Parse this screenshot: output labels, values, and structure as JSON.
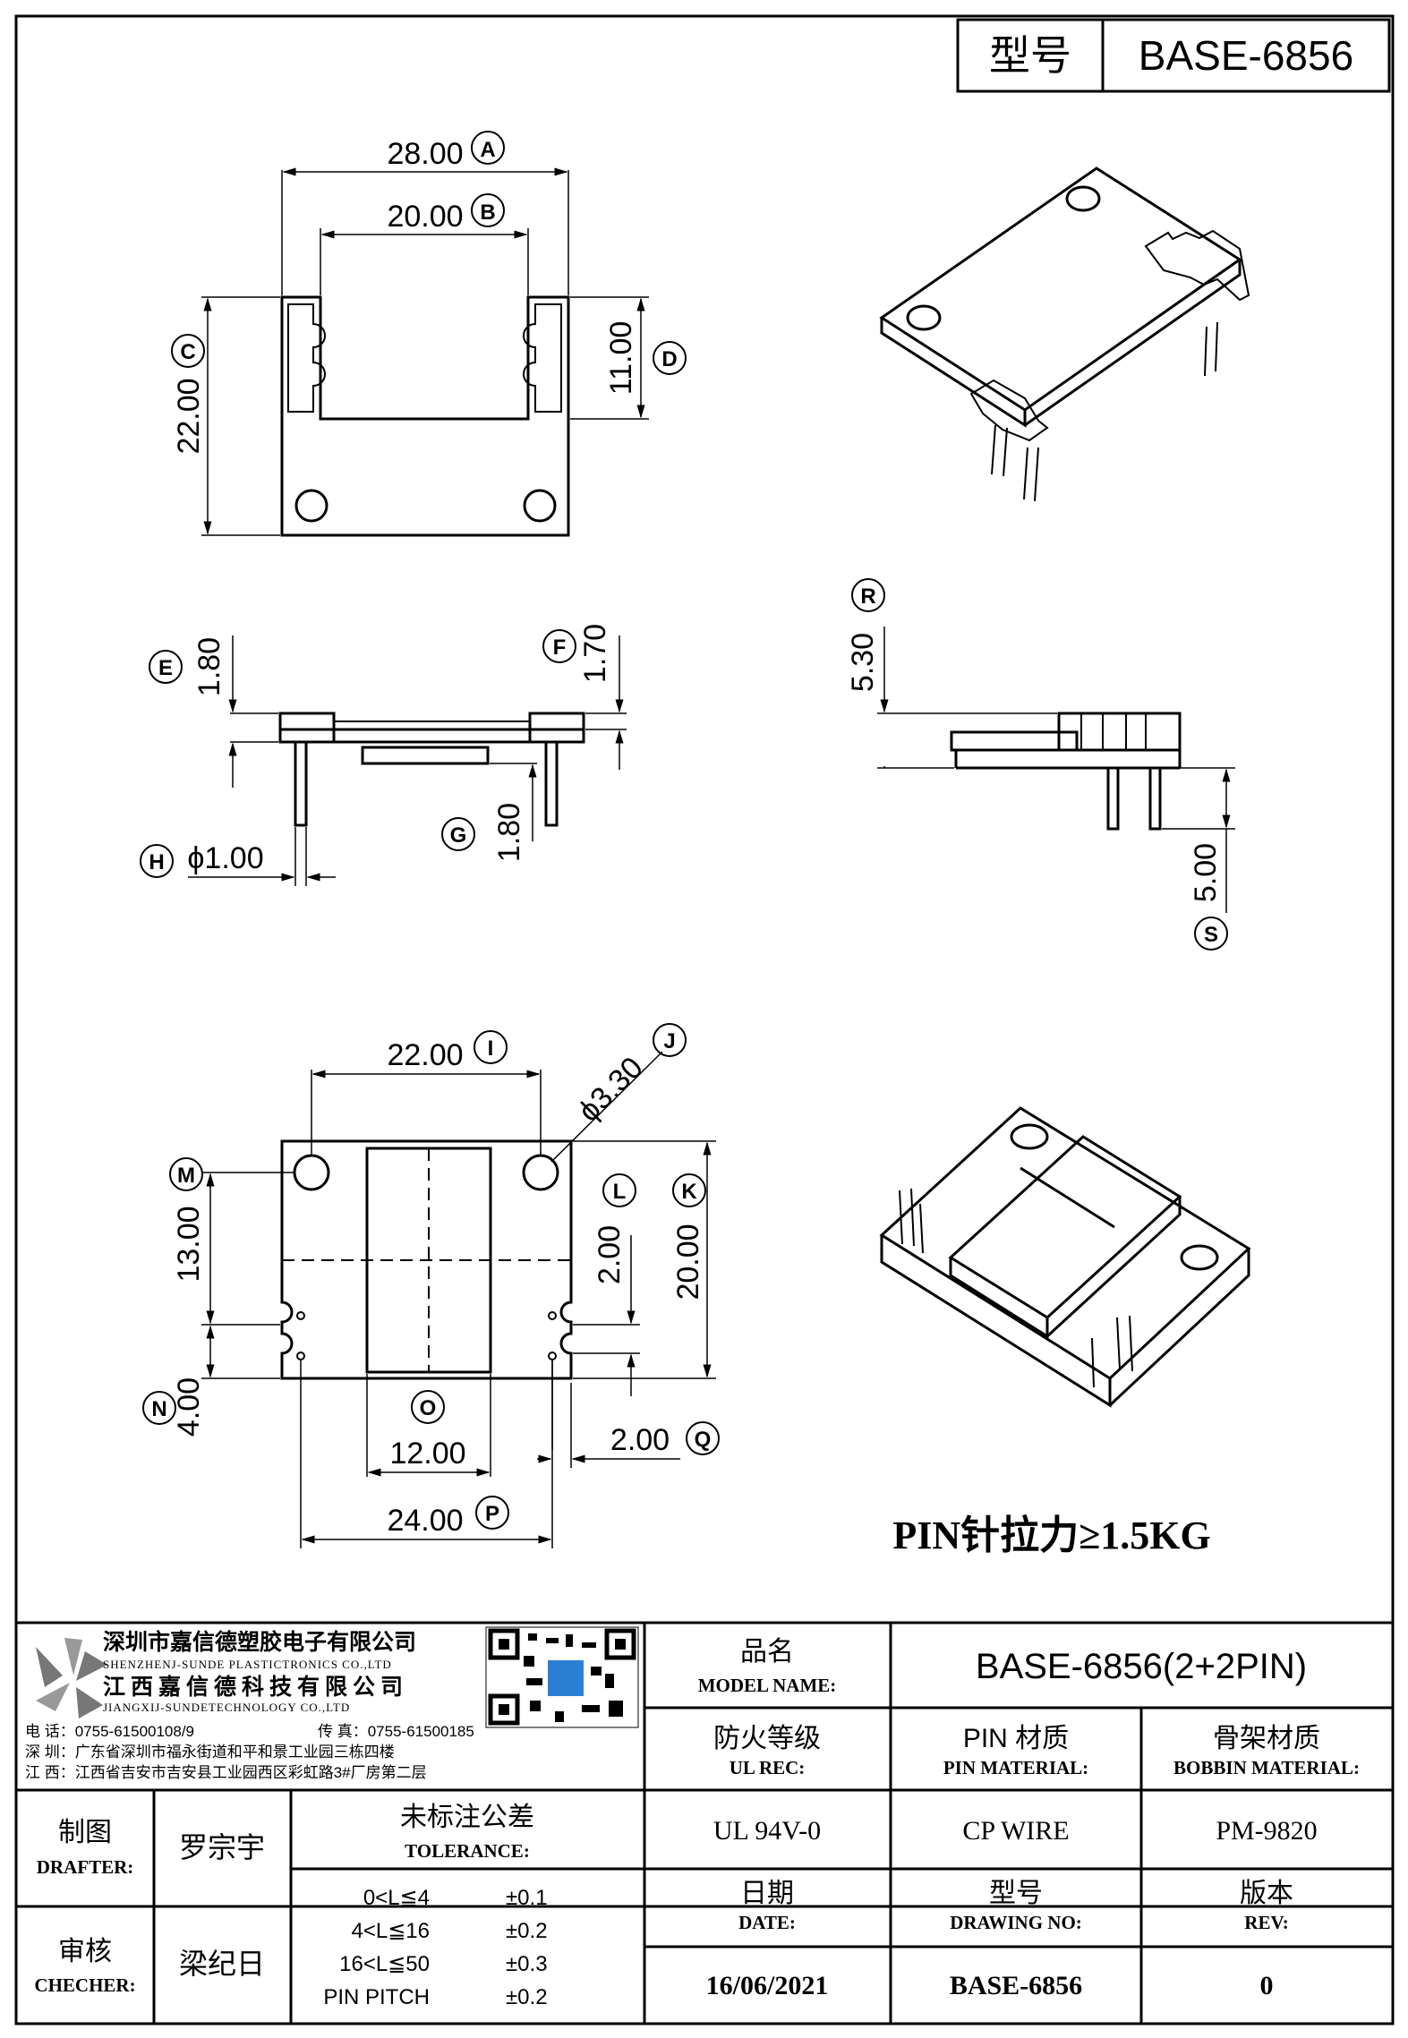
{
  "title_block_top": {
    "label_cn": "型号",
    "model": "BASE-6856"
  },
  "dims": {
    "A": "28.00",
    "B": "20.00",
    "C": "22.00",
    "D": "11.00",
    "E": "1.80",
    "F": "1.70",
    "G": "1.80",
    "H": "ϕ1.00",
    "R": "5.30",
    "S": "5.00",
    "I": "22.00",
    "J": "ϕ3.30",
    "K": "20.00",
    "L": "2.00",
    "M": "13.00",
    "N": "4.00",
    "O": "12.00",
    "P": "24.00",
    "Q": "2.00"
  },
  "note": "PIN针拉力≥1.5KG",
  "company": {
    "name_sz": "深圳市嘉信德塑胶电子有限公司",
    "name_sz_en": "SHENZHENJ-SUNDE PLASTICTRONICS CO.,LTD",
    "name_jx": "江西嘉信德科技有限公司",
    "name_jx_en": "JIANGXIJ-SUNDETECHNOLOGY CO.,LTD",
    "tel": "电 话：0755-61500108/9",
    "fax": "传 真：0755-61500185",
    "addr_sz": "深 圳：广东省深圳市福永街道和平和景工业园三栋四楼",
    "addr_jx": "江 西：江西省吉安市吉安县工业园西区彩虹路3#厂房第二层"
  },
  "table": {
    "model_name_cn": "品名",
    "model_name_en": "MODEL NAME:",
    "model_name_value": "BASE-6856(2+2PIN)",
    "ul_cn": "防火等级",
    "ul_en": "UL REC:",
    "pin_mat_cn": "PIN 材质",
    "pin_mat_en": "PIN MATERIAL:",
    "bobbin_mat_cn": "骨架材质",
    "bobbin_mat_en": "BOBBIN MATERIAL:",
    "ul_value": "UL 94V-0",
    "pin_value": "CP WIRE",
    "bobbin_value": "PM-9820",
    "date_cn": "日期",
    "date_en": "DATE:",
    "dwg_cn": "型号",
    "dwg_en": "DRAWING NO:",
    "rev_cn": "版本",
    "rev_en": "REV:",
    "date_value": "16/06/2021",
    "dwg_value": "BASE-6856",
    "rev_value": "0",
    "drafter_cn": "制图",
    "drafter_en": "DRAFTER:",
    "drafter_name": "罗宗宇",
    "checker_cn": "审核",
    "checker_en": "CHECHER:",
    "checker_name": "梁纪日",
    "tol_cn": "未标注公差",
    "tol_en": "TOLERANCE:",
    "tol_rows": [
      {
        "range": "0<L≦4",
        "value": "±0.1"
      },
      {
        "range": "4<L≦16",
        "value": "±0.2"
      },
      {
        "range": "16<L≦50",
        "value": "±0.3"
      },
      {
        "range": "PIN PITCH",
        "value": "±0.2"
      }
    ]
  }
}
